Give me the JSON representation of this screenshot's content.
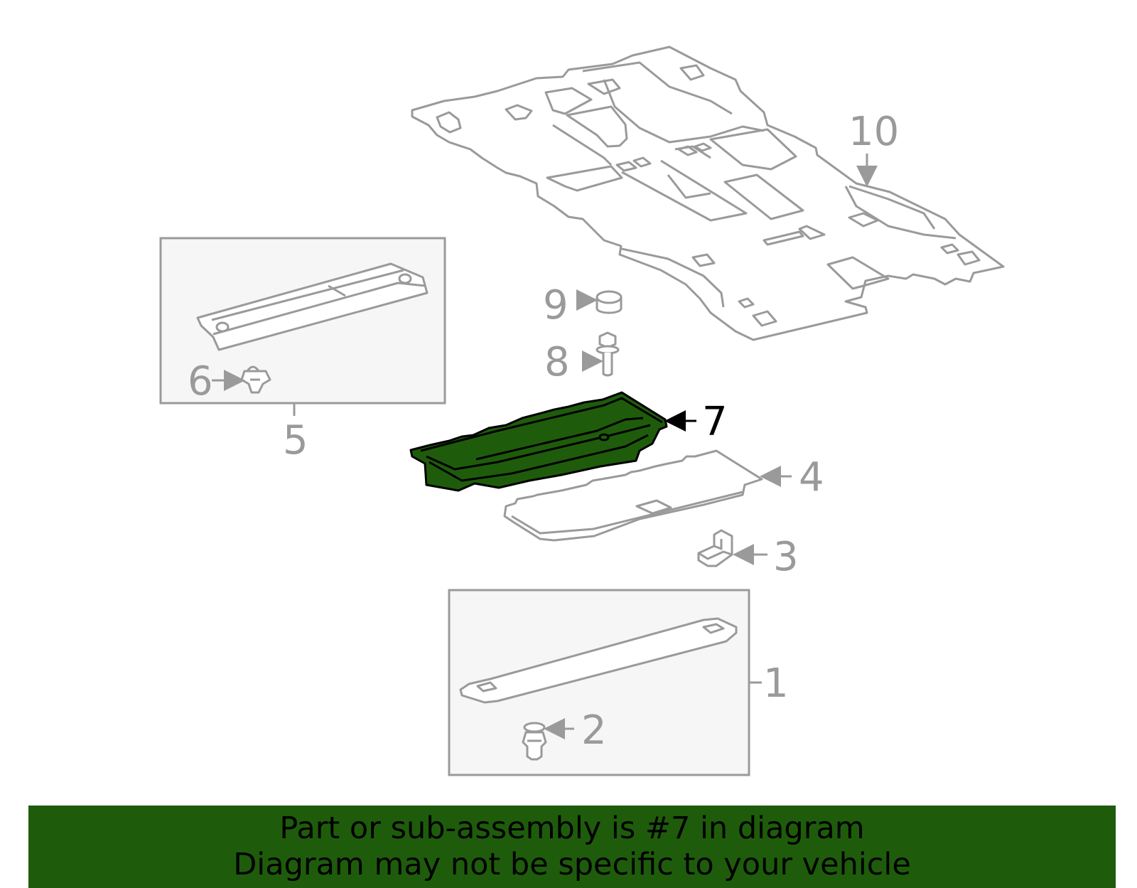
{
  "diagram": {
    "callouts": [
      {
        "id": "1",
        "label": "1"
      },
      {
        "id": "2",
        "label": "2"
      },
      {
        "id": "3",
        "label": "3"
      },
      {
        "id": "4",
        "label": "4"
      },
      {
        "id": "5",
        "label": "5"
      },
      {
        "id": "6",
        "label": "6"
      },
      {
        "id": "7",
        "label": "7"
      },
      {
        "id": "8",
        "label": "8"
      },
      {
        "id": "9",
        "label": "9"
      },
      {
        "id": "10",
        "label": "10"
      }
    ],
    "highlighted_part": "7",
    "colors": {
      "outline": "#9a9a9a",
      "highlight_fill": "#1e5c0c",
      "highlight_stroke": "#000000",
      "box_fill": "#f6f6f6"
    }
  },
  "banner": {
    "line1": "Part or sub-assembly is #7 in diagram",
    "line2": "Diagram may not be specific to your vehicle",
    "background": "#1e5c0c"
  }
}
